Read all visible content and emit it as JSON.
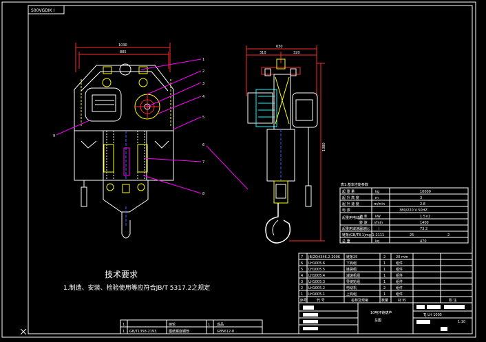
{
  "title_box": "S00VGDIK I",
  "views": {
    "front": {
      "dim_overall": "1030",
      "dim_inner": "885",
      "balloons": [
        "1",
        "2",
        "3",
        "4",
        "5",
        "6",
        "7",
        "8",
        "9"
      ]
    },
    "side": {
      "dim_overall": "630",
      "dim_left": "310",
      "dim_right": "320",
      "dim_height": "1380"
    }
  },
  "params_table": {
    "title": "表1:基本性能参数",
    "rows": [
      [
        "起   重   量",
        "kg",
        "10000"
      ],
      [
        "起   升   高   度",
        "m",
        "3"
      ],
      [
        "起   升   速   度",
        "m/min",
        "2.8"
      ],
      [
        "电          源",
        "",
        "380/220 V      50HZ"
      ],
      [
        "起重用电动机",
        "功 率",
        "kW",
        "1.5×2"
      ],
      [
        "",
        "转 速",
        "r/min",
        "1400"
      ],
      [
        "起重用减速器速比",
        "i",
        "73.2"
      ],
      [
        "链条(GB/T8.1)mg.1-2111",
        "",
        "25",
        "2"
      ],
      [
        "总          重",
        "kg",
        "470"
      ]
    ]
  },
  "tech_req": {
    "title": "技术要求",
    "item1": "1.制造、安装、检验使用等应符合JB/T 5317.2之规定"
  },
  "bom": {
    "rows": [
      [
        "7",
        "JB/ZQ4346.2-2006",
        "链条25",
        "2",
        "20 mm"
      ],
      [
        "6",
        "LH1005.6",
        "下钩组",
        "1",
        "组件"
      ],
      [
        "5",
        "LH1005.5",
        "链袋组",
        "1",
        "组件"
      ],
      [
        "4",
        "LH1005.4",
        "减速机组",
        "1",
        "组件"
      ],
      [
        "3",
        "LH1005.3",
        "导链轮组",
        "1",
        "组件"
      ],
      [
        "2",
        "LH1005.2",
        "电动机",
        "2",
        "组件"
      ],
      [
        "1",
        "LH1005.1",
        "上钩组",
        "1",
        "组件"
      ]
    ],
    "header": [
      "序号",
      "代    号",
      "名称及规格",
      "数量",
      "材    料",
      "",
      "附    注"
    ],
    "drawing_name": "10吨环链葫芦",
    "drawing_type": "总图",
    "drawing_no": "TJ LH 1005",
    "scale": "1:10"
  },
  "lower_table": {
    "row1": [
      "1",
      "",
      "链轮",
      "1",
      "成品"
    ],
    "row2": [
      "1",
      "GB/T1358-2193",
      "图纸螺旋钢管",
      "",
      "GB5612-8"
    ]
  }
}
